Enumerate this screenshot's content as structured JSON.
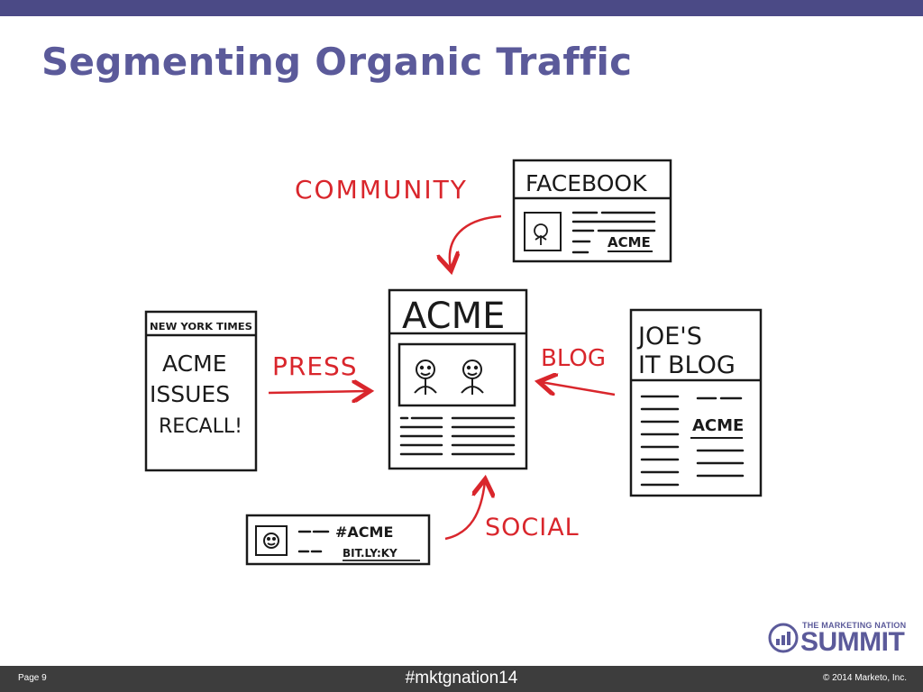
{
  "slide": {
    "title": "Segmenting Organic Traffic"
  },
  "diagram": {
    "labels": {
      "community": "COMMUNITY",
      "press": "PRESS",
      "blog": "BLOG",
      "social": "SOCIAL"
    },
    "facebook_card": {
      "header": "FACEBOOK",
      "tag": "ACME"
    },
    "acme_site": {
      "header": "ACME"
    },
    "newspaper": {
      "masthead": "NEW YORK TIMES",
      "headline_1": "ACME",
      "headline_2": "ISSUES",
      "headline_3": "RECALL!"
    },
    "blog_card": {
      "header_1": "JOE'S",
      "header_2": "IT BLOG",
      "tag": "ACME"
    },
    "tweet_card": {
      "hashtag": "#ACME",
      "link": "BIT.LY:KY"
    },
    "colors": {
      "red": "#d9262c",
      "ink": "#1a1a1a"
    }
  },
  "branding": {
    "logo_small": "THE MARKETING NATION",
    "logo_big": "SUMMIT"
  },
  "footer": {
    "page": "Page 9",
    "hashtag": "#mktgnation14",
    "copyright": "© 2014 Marketo, Inc."
  }
}
